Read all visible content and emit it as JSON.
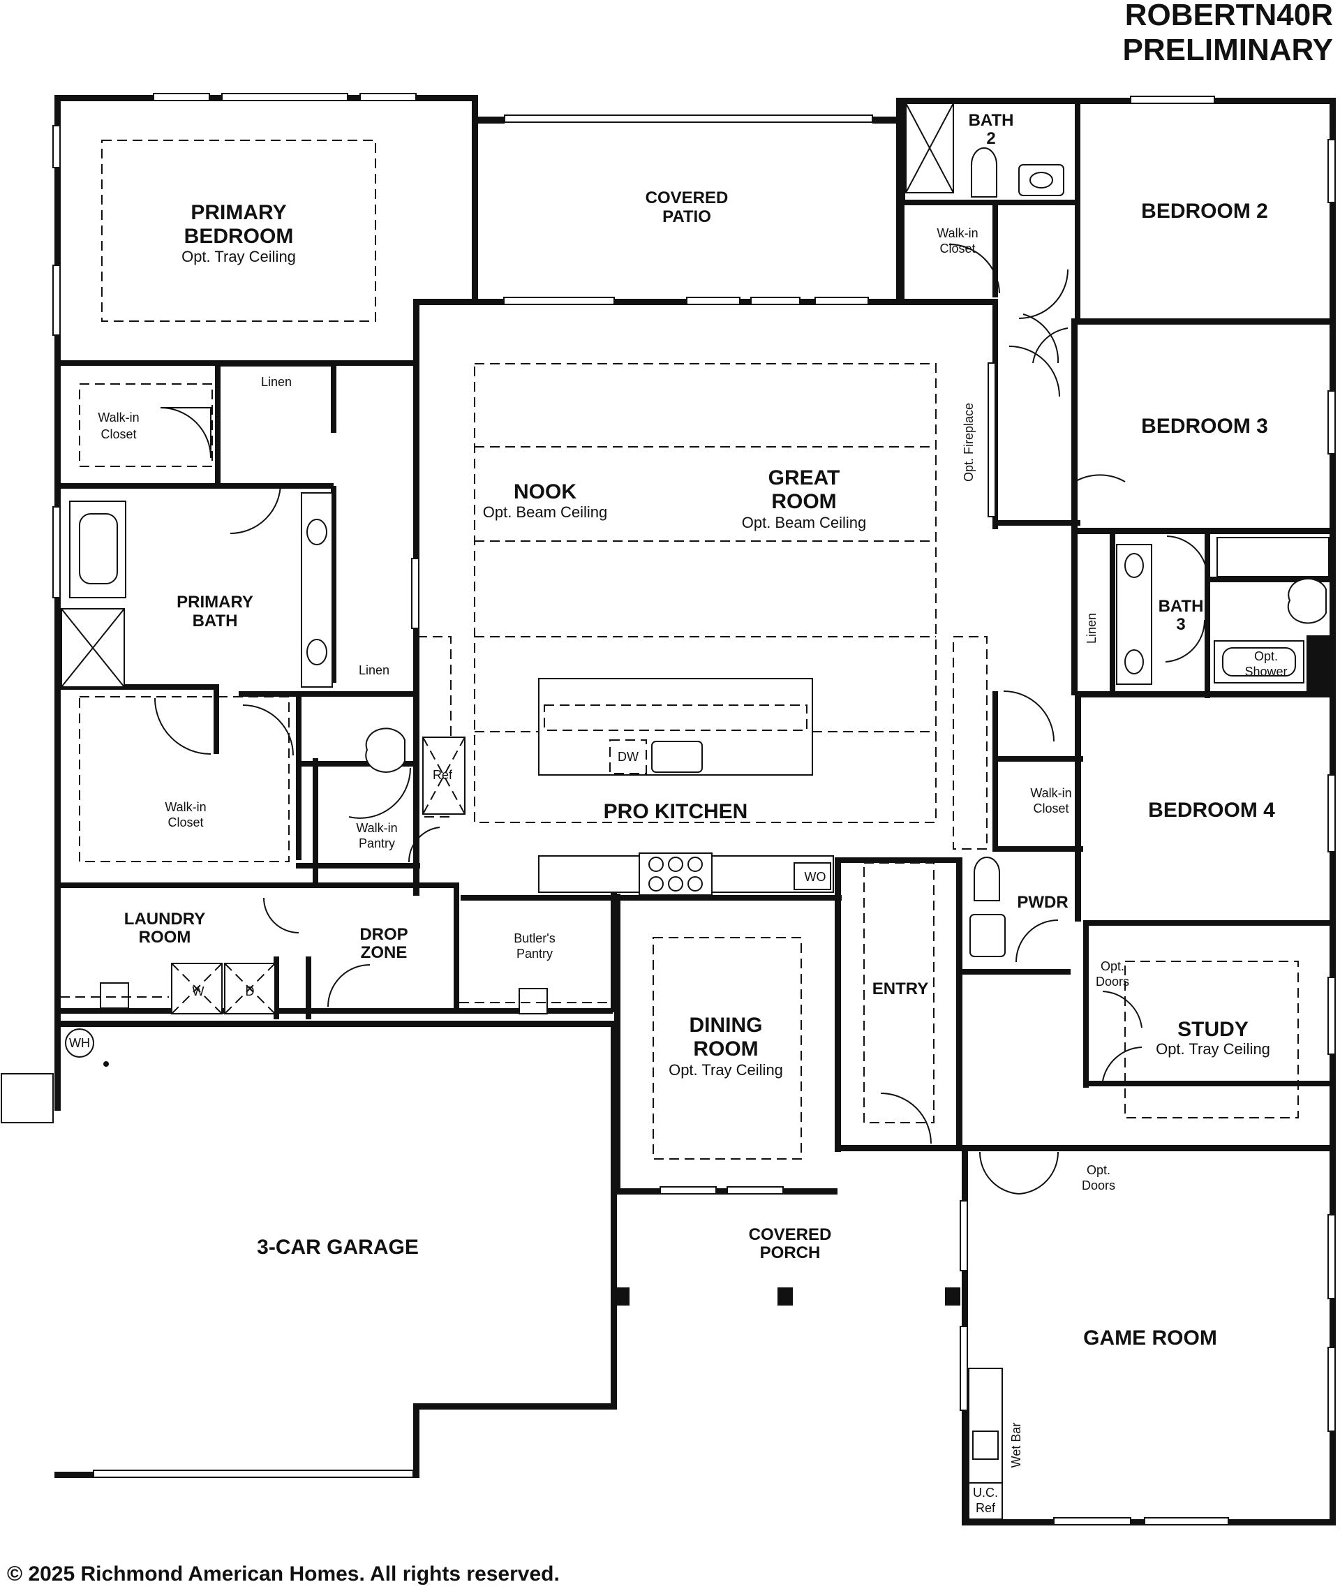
{
  "header": {
    "plan_name": "ROBERTN40R",
    "status": "PRELIMINARY"
  },
  "footer": {
    "copyright": "© 2025 Richmond American Homes. All rights reserved."
  },
  "rooms": {
    "primary_bedroom": {
      "name_1": "PRIMARY",
      "name_2": "BEDROOM",
      "note": "Opt. Tray Ceiling"
    },
    "covered_patio": {
      "name_1": "COVERED",
      "name_2": "PATIO"
    },
    "bath_2": {
      "name_1": "BATH",
      "name_2": "2"
    },
    "walkin_closet_bath2": {
      "name_1": "Walk-in",
      "name_2": "Closet"
    },
    "bedroom_2": {
      "name": "BEDROOM 2"
    },
    "bedroom_3": {
      "name": "BEDROOM 3"
    },
    "linen_primary": {
      "name": "Linen"
    },
    "walkin_closet_1": {
      "name_1": "Walk-in",
      "name_2": "Closet"
    },
    "primary_bath": {
      "name_1": "PRIMARY",
      "name_2": "BATH"
    },
    "linen_hall": {
      "name": "Linen"
    },
    "walkin_closet_2": {
      "name_1": "Walk-in",
      "name_2": "Closet"
    },
    "nook": {
      "name": "NOOK",
      "note": "Opt. Beam Ceiling"
    },
    "great_room": {
      "name_1": "GREAT",
      "name_2": "ROOM",
      "note": "Opt. Beam Ceiling"
    },
    "fireplace": {
      "name": "Opt. Fireplace"
    },
    "pro_kitchen": {
      "name": "PRO KITCHEN"
    },
    "dw": {
      "name": "DW"
    },
    "ref": {
      "name": "Ref"
    },
    "wo": {
      "name": "WO"
    },
    "walkin_pantry": {
      "name_1": "Walk-in",
      "name_2": "Pantry"
    },
    "linen_bath3": {
      "name": "Linen"
    },
    "bath_3": {
      "name_1": "BATH",
      "name_2": "3"
    },
    "opt_shower": {
      "name_1": "Opt.",
      "name_2": "Shower"
    },
    "walkin_closet_bed4": {
      "name_1": "Walk-in",
      "name_2": "Closet"
    },
    "bedroom_4": {
      "name": "BEDROOM 4"
    },
    "laundry_room": {
      "name_1": "LAUNDRY",
      "name_2": "ROOM"
    },
    "washer": {
      "name": "W"
    },
    "dryer": {
      "name": "D"
    },
    "drop_zone": {
      "name_1": "DROP",
      "name_2": "ZONE"
    },
    "butlers_pantry": {
      "name_1": "Butler's",
      "name_2": "Pantry"
    },
    "pwdr": {
      "name": "PWDR"
    },
    "entry": {
      "name": "ENTRY"
    },
    "dining_room": {
      "name_1": "DINING",
      "name_2": "ROOM",
      "note": "Opt. Tray Ceiling"
    },
    "study_doors": {
      "name_1": "Opt.",
      "name_2": "Doors"
    },
    "study": {
      "name": "STUDY",
      "note": "Opt. Tray Ceiling"
    },
    "water_heater": {
      "name": "WH"
    },
    "garage": {
      "name": "3-CAR GARAGE"
    },
    "covered_porch": {
      "name_1": "COVERED",
      "name_2": "PORCH"
    },
    "game_room_doors": {
      "name_1": "Opt.",
      "name_2": "Doors"
    },
    "game_room": {
      "name": "GAME ROOM"
    },
    "wet_bar": {
      "name": "Wet Bar"
    },
    "uc_ref": {
      "name_1": "U.C.",
      "name_2": "Ref"
    }
  }
}
